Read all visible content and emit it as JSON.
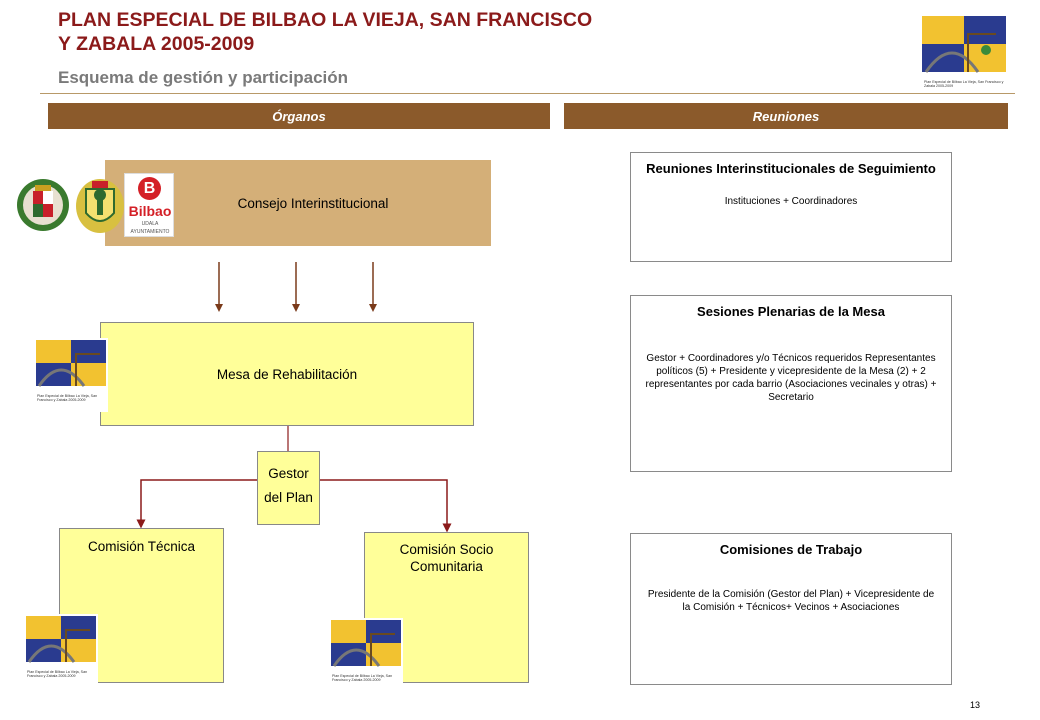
{
  "header": {
    "title_line1": "PLAN ESPECIAL DE BILBAO LA VIEJA, SAN FRANCISCO",
    "title_line2": "Y ZABALA 2005-2009",
    "subtitle": "Esquema de gestión y participación",
    "logo_caption": "Plan Especial de Bilbao La Vieja, San Francisco y Zabala 2005-2009"
  },
  "columns": {
    "left": "Órganos",
    "right": "Reuniones"
  },
  "organs": {
    "consejo": "Consejo Interinstitucional",
    "bilbao_logo_letter": "B",
    "bilbao_logo_name": "Bilbao",
    "bilbao_logo_sub1": "UDALA",
    "bilbao_logo_sub2": "AYUNTAMIENTO",
    "mesa": "Mesa de Rehabilitación",
    "gestor_line1": "Gestor",
    "gestor_line2": "del Plan",
    "comision_tecnica": "Comisión Técnica",
    "comision_socio": "Comisión Socio Comunitaria"
  },
  "meetings": [
    {
      "title": "Reuniones Interinstitucionales de Seguimiento",
      "text": "Instituciones + Coordinadores"
    },
    {
      "title": "Sesiones Plenarias de la Mesa",
      "text": "Gestor + Coordinadores y/o Técnicos requeridos Representantes políticos (5) + Presidente y vicepresidente de la Mesa (2) + 2 representantes por cada barrio (Asociaciones vecinales y otras) + Secretario"
    },
    {
      "title": "Comisiones de Trabajo",
      "text": "Presidente de la Comisión (Gestor del Plan) + Vicepresidente de la Comisión + Técnicos+ Vecinos + Asociaciones"
    }
  ],
  "page_number": "13",
  "colors": {
    "title": "#8b1a1a",
    "header_bar": "#8b5a2b",
    "consejo_fill": "#d4af78",
    "box_fill": "#ffff99",
    "arrow": "#7a3a1a",
    "connector": "#8b1a1a"
  }
}
